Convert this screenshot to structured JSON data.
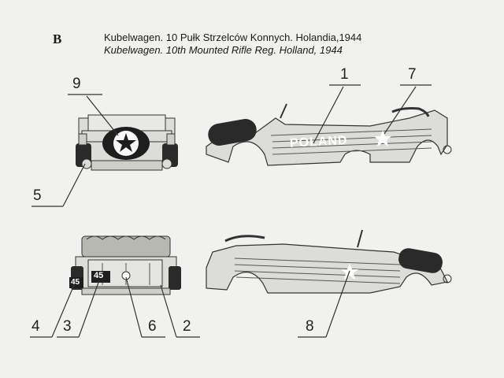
{
  "header": {
    "section_letter": "B",
    "title_pl": "Kubelwagen. 10 Pułk Strzelców Konnych. Holandia,1944",
    "title_en": "Kubelwagen. 10th Mounted Rifle Reg. Holland, 1944"
  },
  "markings": {
    "side_text": "POLAND",
    "rear_plate": "45",
    "side_number": "45"
  },
  "callouts": [
    {
      "number": "1"
    },
    {
      "number": "2"
    },
    {
      "number": "3"
    },
    {
      "number": "4"
    },
    {
      "number": "5"
    },
    {
      "number": "6"
    },
    {
      "number": "7"
    },
    {
      "number": "8"
    },
    {
      "number": "9"
    }
  ],
  "colors": {
    "paper": "#f1f1ef",
    "vehicle_fill": "#dcdcd8",
    "dark": "#1e1e1e",
    "line": "#333333",
    "marking_white": "#ffffff"
  }
}
